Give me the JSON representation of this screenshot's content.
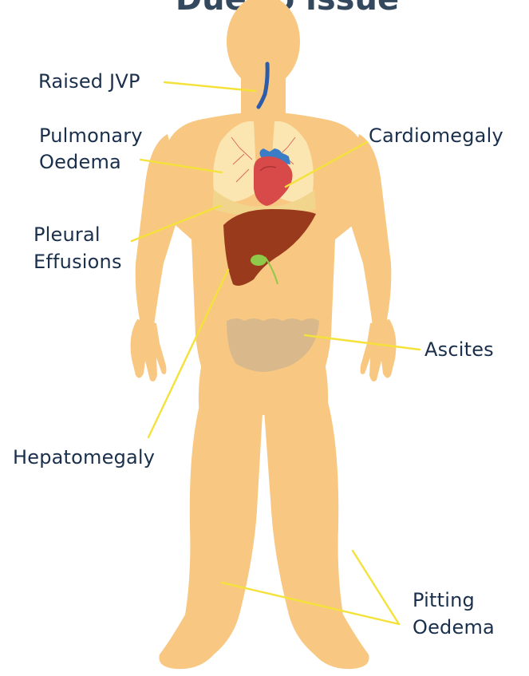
{
  "title": "Due to issue",
  "labels": {
    "raised_jvp": "Raised JVP",
    "pulmonary_oedema_1": "Pulmonary",
    "pulmonary_oedema_2": "Oedema",
    "cardiomegaly": "Cardiomegaly",
    "pleural_effusions_1": "Pleural",
    "pleural_effusions_2": "Effusions",
    "ascites": "Ascites",
    "hepatomegaly": "Hepatomegaly",
    "pitting_oedema_1": "Pitting",
    "pitting_oedema_2": "Oedema"
  },
  "colors": {
    "body": "#f8c882",
    "lungs": "#fbe6b2",
    "effusion": "#f1d58d",
    "liver": "#9a3a1c",
    "heart": "#d84a4a",
    "vein": "#2e5ca8",
    "ascites": "#d9b98b",
    "leader": "#f4e23a",
    "label_text": "#1a2f4b"
  }
}
